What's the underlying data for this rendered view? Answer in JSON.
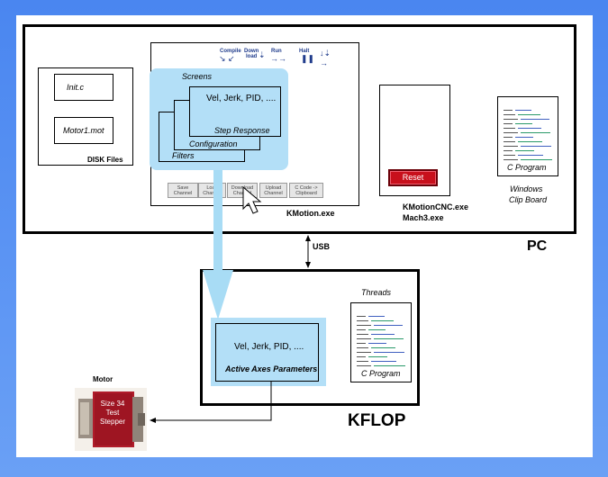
{
  "pc": {
    "label": "PC"
  },
  "kflop": {
    "label": "KFLOP"
  },
  "disk": {
    "files": [
      "Init.c",
      "Motor1.mot"
    ],
    "label": "DISK Files"
  },
  "kmotion": {
    "label": "KMotion.exe",
    "toolbar": {
      "compile": "Compile",
      "download_line1": "Down",
      "download_line2": "load",
      "run": "Run",
      "halt": "Halt"
    },
    "screens_label": "Screens",
    "windows": {
      "front_text": "Vel, Jerk, PID, ....",
      "step_response": "Step Response",
      "configuration": "Configuration",
      "filters": "Filters"
    },
    "buttons": [
      [
        "Save",
        "Channel"
      ],
      [
        "Load",
        "Channel"
      ],
      [
        "Download",
        "Channel"
      ],
      [
        "Upload",
        "Channel"
      ],
      [
        "C Code ->",
        "Clipboard"
      ]
    ]
  },
  "kmotioncnc": {
    "reset_label": "Reset",
    "label_line1": "KMotionCNC.exe",
    "label_line2": "Mach3.exe"
  },
  "clipboard": {
    "program_label": "C Program",
    "label_line1": "Windows",
    "label_line2": "Clip Board"
  },
  "usb_label": "USB",
  "threads": {
    "label": "Threads",
    "program_label": "C Program"
  },
  "active_axes": {
    "params_text": "Vel, Jerk, PID, ....",
    "label": "Active Axes Parameters"
  },
  "motor": {
    "label": "Motor",
    "sticker_line1": "Size 34",
    "sticker_line2": "Test",
    "sticker_line3": "Stepper"
  },
  "colors": {
    "frame_blue": "#5a93f3",
    "screen_blue": "#b3dff7",
    "arrow_blue": "#a8dcf5",
    "reset_red": "#c8101c",
    "toolbar_navy": "#203c8c"
  }
}
